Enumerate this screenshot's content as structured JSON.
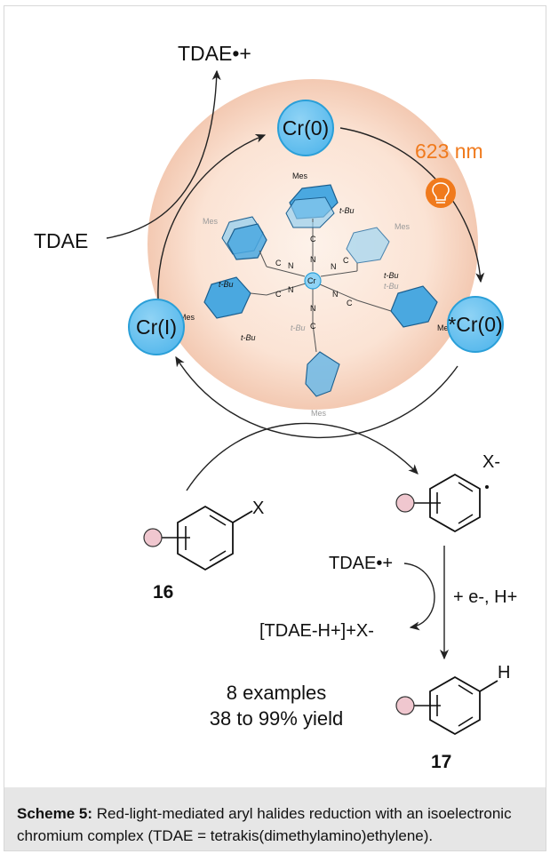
{
  "cycle": {
    "node_cr0": "Cr(0)",
    "node_cr0_excited": "*Cr(0)",
    "node_cr1": "Cr(I)",
    "wavelength": "623 nm",
    "reductant": "TDAE",
    "oxidized_reductant": "TDAE•+",
    "colors": {
      "node_fill": "#6cc3f0",
      "node_stroke": "#2a9fd8",
      "glow": "#f6d2bd",
      "light": "#f07a1d",
      "marker": "#f0c7cf"
    }
  },
  "complex": {
    "metal": "Cr",
    "ligand_atoms": [
      "N",
      "C",
      "N",
      "C",
      "N",
      "C",
      "N",
      "C",
      "N",
      "C",
      "N",
      "C"
    ],
    "substituents": [
      "Mes",
      "Mes",
      "Mes",
      "Mes",
      "Mes",
      "Mes",
      "t-Bu",
      "t-Bu",
      "t-Bu",
      "t-Bu",
      "t-Bu",
      "t-Bu"
    ]
  },
  "reaction": {
    "substrate_label": "16",
    "halide": "X",
    "radical_anion": "X-",
    "tdae_radical_cation": "TDAE•+",
    "reduction_step": "+ e-, H+",
    "byproduct": "[TDAE-H+]+X-",
    "product_atom": "H",
    "product_label": "17",
    "examples": "8 examples",
    "yield": "38 to 99% yield"
  },
  "caption": {
    "label": "Scheme 5:",
    "text": " Red-light-mediated aryl halides reduction with an isoelectronic chromium complex (TDAE = tetrakis(dimethylamino)ethylene)."
  }
}
